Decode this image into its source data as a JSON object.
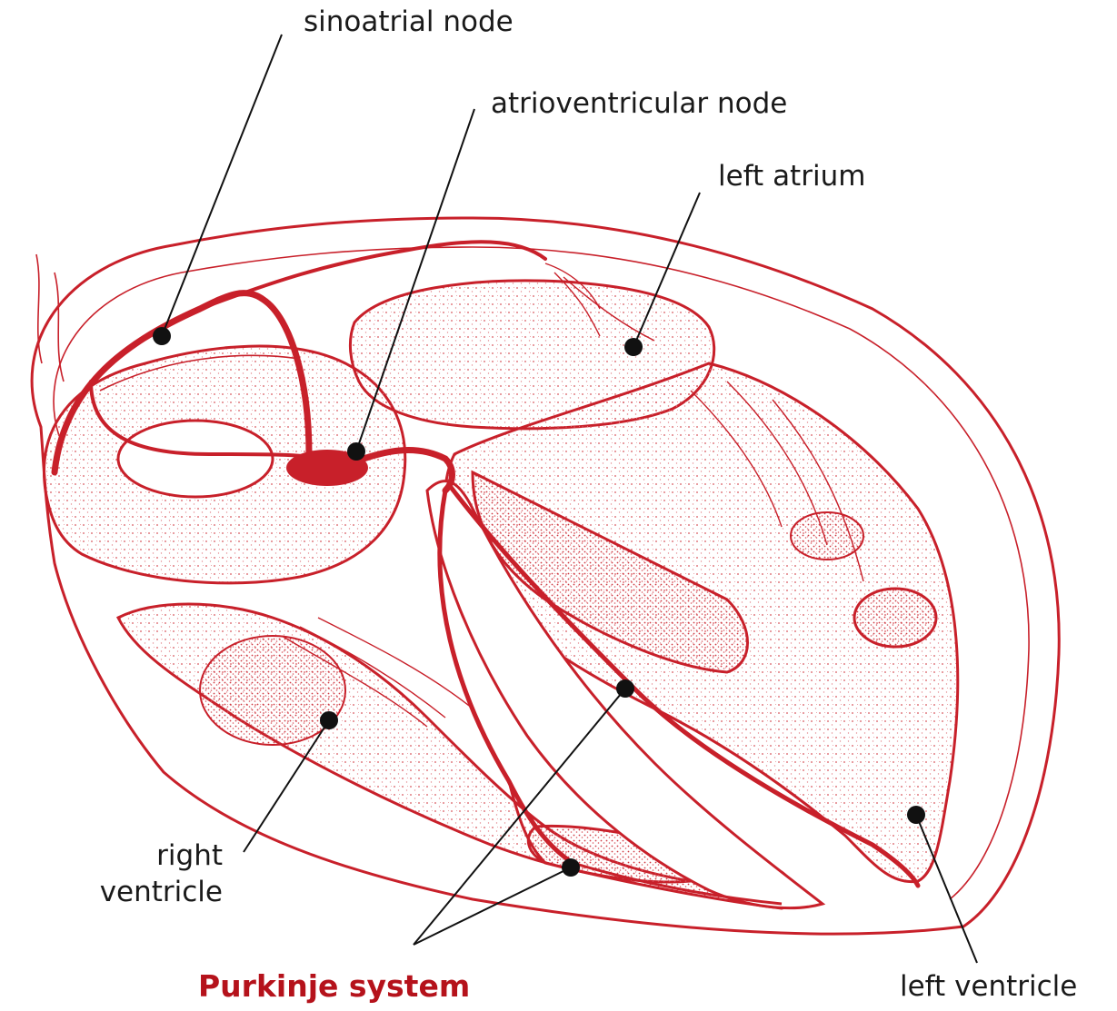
{
  "labels": {
    "sinoatrial_node": "sinoatrial node",
    "atrioventricular_node": "atrioventricular node",
    "left_atrium": "left atrium",
    "right_ventricle_line1": "right",
    "right_ventricle_line2": "ventricle",
    "purkinje_system": "Purkinje system",
    "left_ventricle": "left ventricle"
  },
  "colors": {
    "tissue": "#c8202a",
    "stipple": "#e07a80",
    "leader": "#111111",
    "emphasis": "#b5121b"
  }
}
